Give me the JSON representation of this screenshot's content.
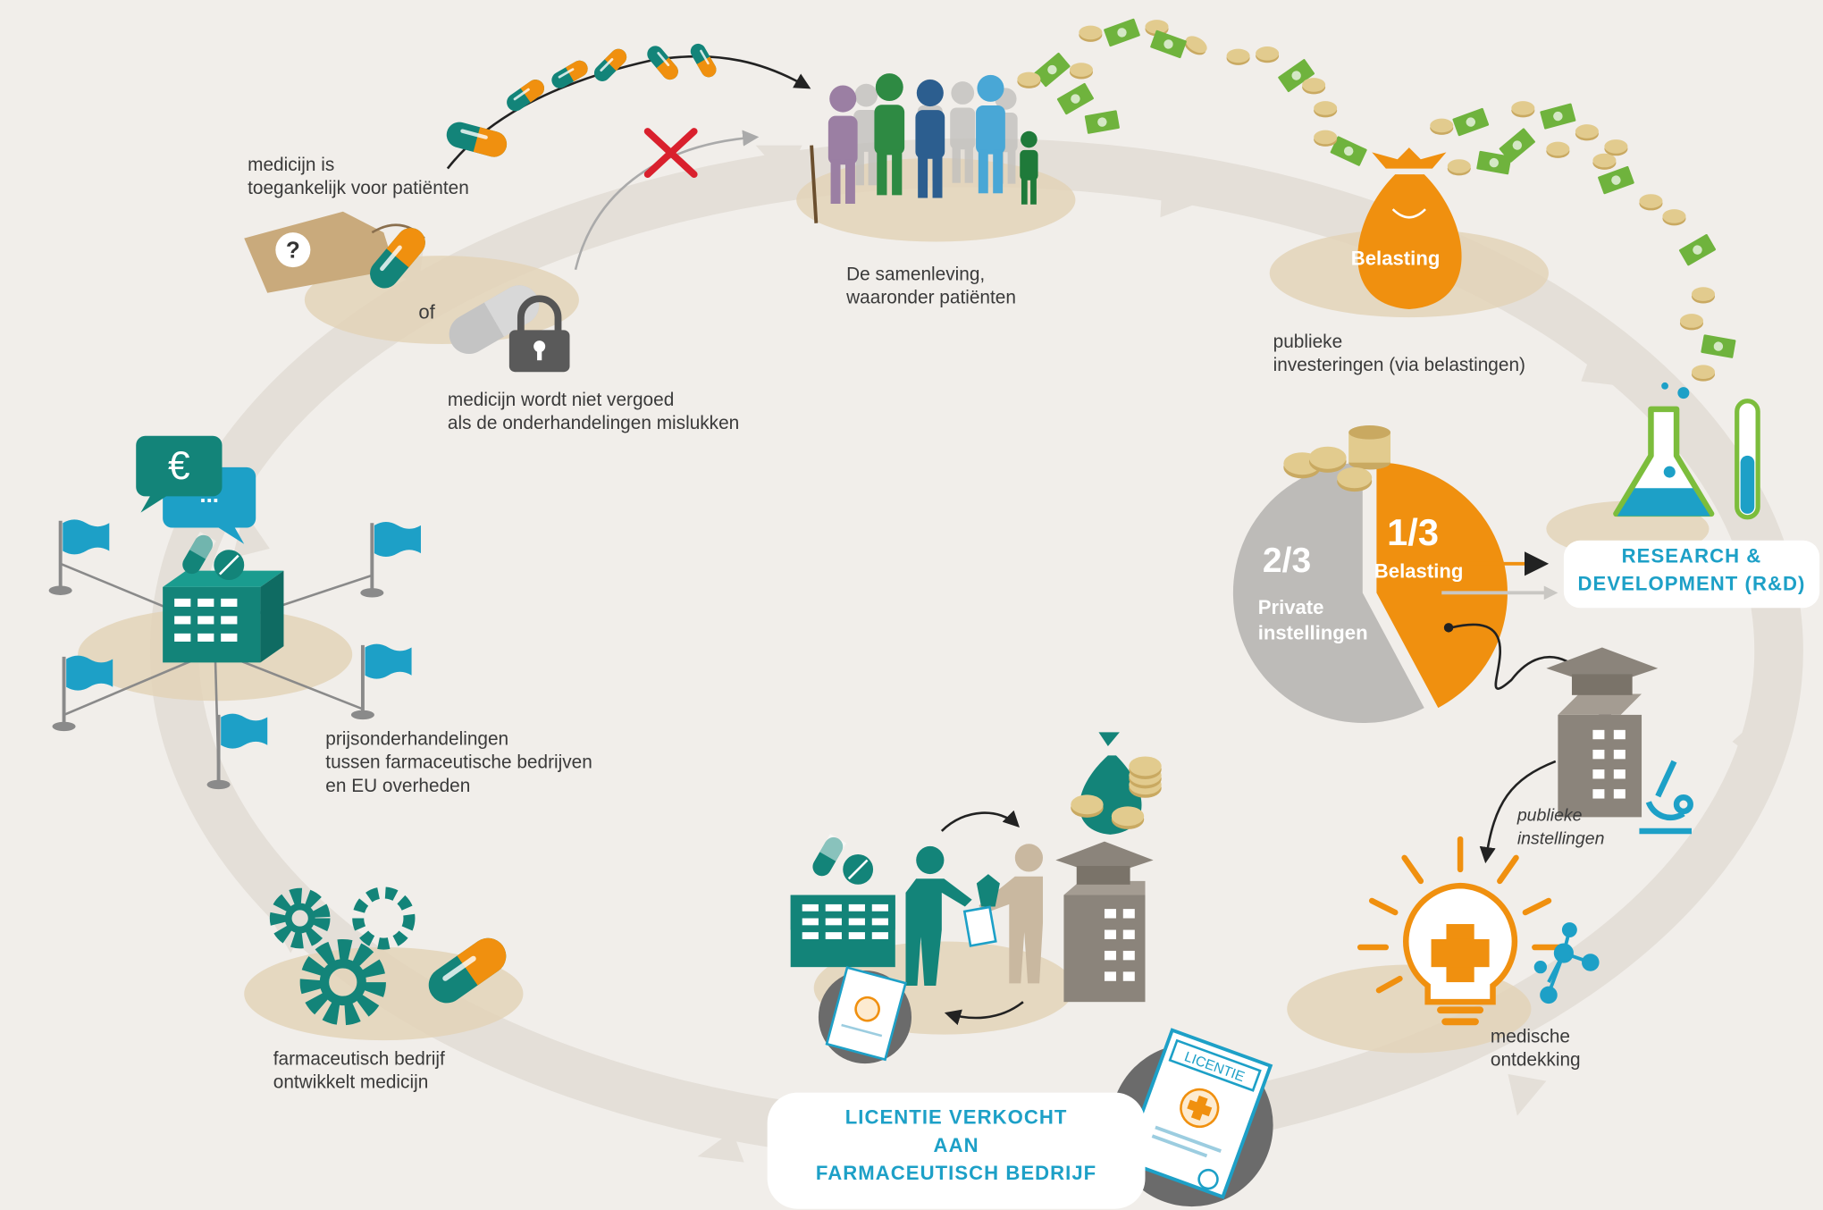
{
  "labels": {
    "access": [
      "medicijn is",
      "toegankelijk voor patiënten"
    ],
    "or": "of",
    "question_mark": "?",
    "not_reimbursed": [
      "medicijn wordt niet vergoed",
      "als de onderhandelingen mislukken"
    ],
    "society": [
      "De samenleving,",
      "waaronder patiënten"
    ],
    "tax_bag": "Belasting",
    "public_investment": [
      "publieke",
      "investeringen (via belastingen)"
    ],
    "rd_box": [
      "RESEARCH &",
      "DEVELOPMENT (R&D)"
    ],
    "public_institutions": [
      "publieke",
      "instellingen"
    ],
    "medical_discovery": [
      "medische",
      "ontdekking"
    ],
    "license_box": [
      "LICENTIE VERKOCHT",
      "AAN",
      "FARMACEUTISCH BEDRIJF"
    ],
    "license_doc": "LICENTIE",
    "company_develops": [
      "farmaceutisch bedrijf",
      "ontwikkelt medicijn"
    ],
    "price_negotiations": [
      "prijsonderhandelingen",
      "tussen farmaceutische bedrijven",
      "en EU overheden"
    ],
    "euro_sign": "€",
    "ellipsis": "..."
  },
  "funding_split": {
    "private": {
      "fraction": "2/3",
      "label": [
        "Private",
        "instellingen"
      ],
      "share": 0.667
    },
    "public": {
      "fraction": "1/3",
      "label": "Belasting",
      "share": 0.333
    }
  },
  "colors": {
    "background": "#f1eeea",
    "cycle_arrows": "#e4dfd8",
    "orange": "#f0900f",
    "teal": "#138479",
    "blue": "#1da0c7",
    "grey": "#bdbbb8",
    "tan_shadow": "#e3d3b9",
    "red_cross": "#d9202d",
    "building": "#8b847b"
  },
  "icons": [
    "capsule-chain-icon",
    "price-tag-icon",
    "locked-capsule-icon",
    "red-cross-icon",
    "people-group-icon",
    "money-flow-icon",
    "money-bag-icon",
    "flask-icon",
    "test-tube-icon",
    "coin-stack-icon",
    "graduation-building-icon",
    "microscope-icon",
    "lightbulb-cross-icon",
    "molecule-icon",
    "license-document-icon",
    "handshake-icon",
    "factory-icon",
    "gears-icon",
    "flag-icon",
    "speech-bubble-euro-icon"
  ]
}
